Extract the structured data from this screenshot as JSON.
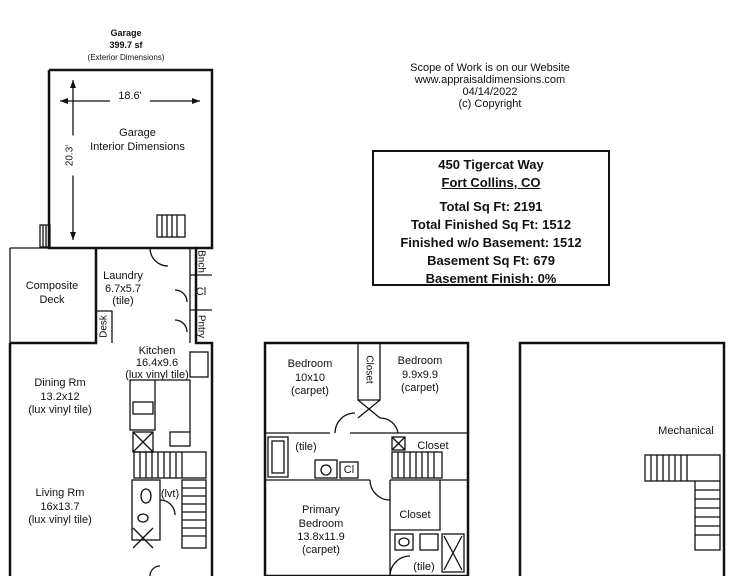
{
  "garage": {
    "title": "Garage",
    "area": "399.7 sf",
    "note": "(Exterior Dimensions)",
    "width": "18.6'",
    "depth": "20.3'",
    "label1": "Garage",
    "label2": "Interior Dimensions"
  },
  "header": {
    "line1": "Scope of Work is on our Website",
    "line2": "www.appraisaldimensions.com",
    "line3": "04/14/2022",
    "line4": "(c) Copyright"
  },
  "summary": {
    "address": "450 Tigercat Way",
    "city": "Fort Collins, CO",
    "rows": [
      "Total Sq Ft:  2191",
      "Total Finished Sq Ft:  1512",
      "Finished w/o Basement:  1512",
      "Basement Sq Ft:  679",
      "Basement Finish:  0%"
    ]
  },
  "rooms": {
    "deck": {
      "l1": "Composite",
      "l2": "Deck"
    },
    "laundry": {
      "l1": "Laundry",
      "l2": "6.7x5.7",
      "l3": "(tile)"
    },
    "bnch": "Bnch",
    "cl_main": "Cl",
    "pntry": "Pntry",
    "desk": "Desk",
    "kitchen": {
      "l1": "Kitchen",
      "l2": "16.4x9.6",
      "l3": "(lux vinyl tile)"
    },
    "dining": {
      "l1": "Dining Rm",
      "l2": "13.2x12",
      "l3": "(lux vinyl tile)"
    },
    "living": {
      "l1": "Living Rm",
      "l2": "16x13.7",
      "l3": "(lux vinyl tile)"
    },
    "lvt": "(lvt)",
    "bed1": {
      "l1": "Bedroom",
      "l2": "10x10",
      "l3": "(carpet)"
    },
    "closet_v": "Closet",
    "bed2": {
      "l1": "Bedroom",
      "l2": "9.9x9.9",
      "l3": "(carpet)"
    },
    "tile_bath": "(tile)",
    "cl_up": "Cl",
    "closet_up": "Closet",
    "primary": {
      "l1": "Primary",
      "l2": "Bedroom",
      "l3": "13.8x11.9",
      "l4": "(carpet)"
    },
    "closet_primary": "Closet",
    "tile_primary": "(tile)",
    "mechanical": "Mechanical"
  }
}
